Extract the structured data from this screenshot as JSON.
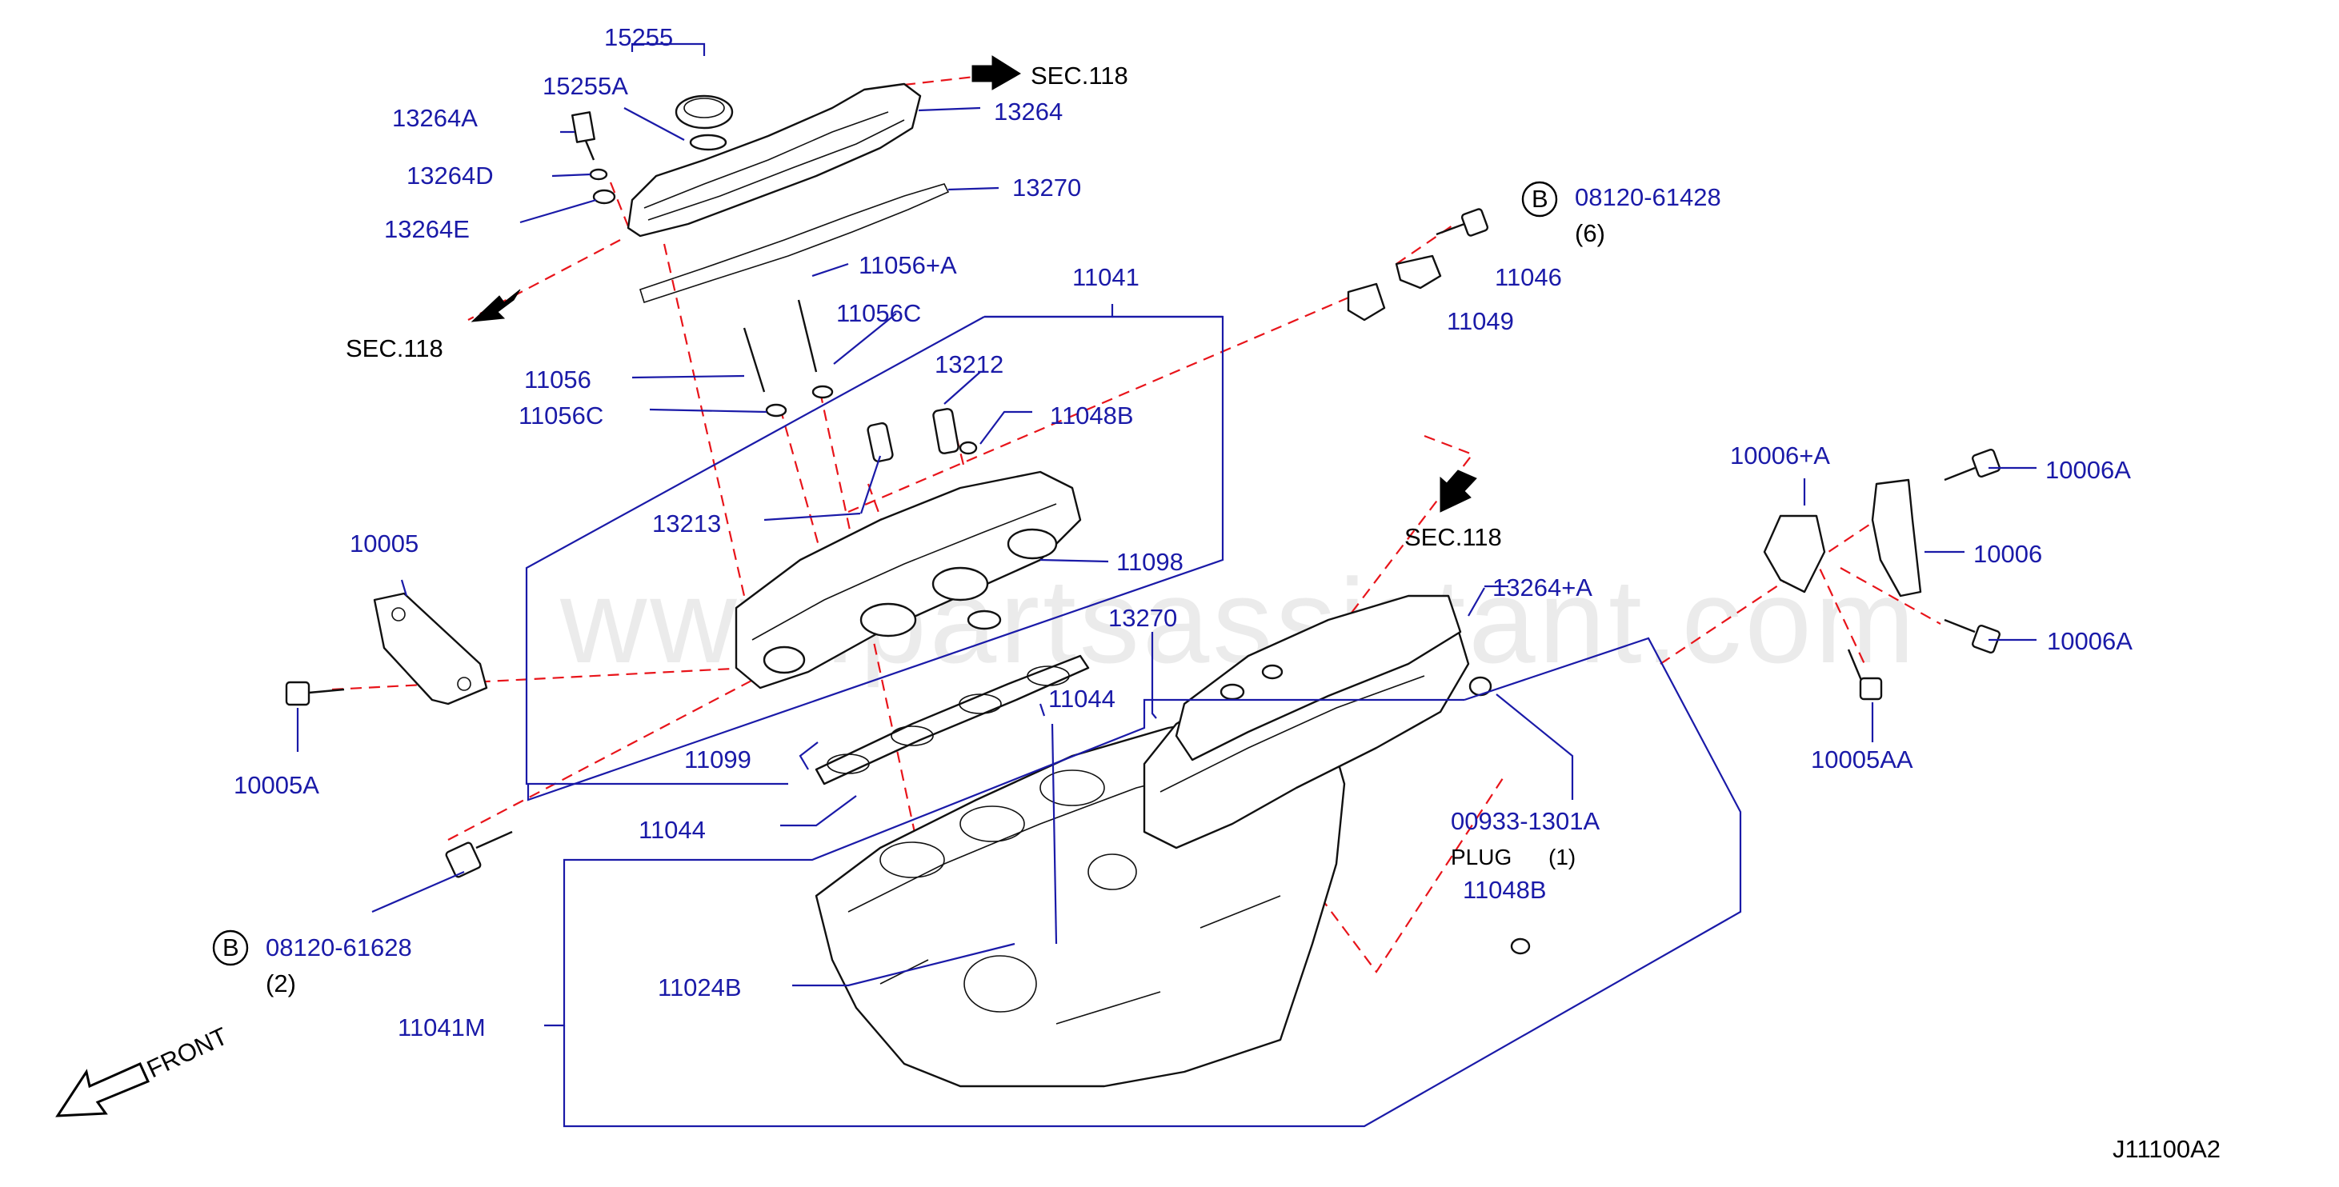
{
  "watermark": "www.partsassistant.com",
  "diagram_code": "J11100A2",
  "front_label": "FRONT",
  "sec_refs": [
    "SEC.118",
    "SEC.118",
    "SEC.118"
  ],
  "circle_marker": "B",
  "parts": {
    "p15255": "15255",
    "p15255A": "15255A",
    "p13264A": "13264A",
    "p13264D": "13264D",
    "p13264E": "13264E",
    "p13264": "13264",
    "p13270_top": "13270",
    "p08120_61428": "08120-61428",
    "qty_6": "(6)",
    "p11046": "11046",
    "p11049": "11049",
    "p11056_plus_A": "11056+A",
    "p11041": "11041",
    "p11056C_top": "11056C",
    "p11056": "11056",
    "p11056C": "11056C",
    "p13212": "13212",
    "p11048B_top": "11048B",
    "p13213": "13213",
    "p10005": "10005",
    "p11098": "11098",
    "p13270_mid": "13270",
    "p13264_plus_A": "13264+A",
    "p11044_a": "11044",
    "p11099": "11099",
    "p11044_b": "11044",
    "p10005A": "10005A",
    "p10006_plus_A": "10006+A",
    "p10006A_top": "10006A",
    "p10006": "10006",
    "p10006A_bot": "10006A",
    "p10005AA": "10005AA",
    "p00933_1301A": "00933-1301A",
    "plug_label": "PLUG",
    "qty_1": "(1)",
    "p11048B_bot": "11048B",
    "p08120_61628": "08120-61628",
    "qty_2": "(2)",
    "p11024B": "11024B",
    "p11041M": "11041M"
  }
}
